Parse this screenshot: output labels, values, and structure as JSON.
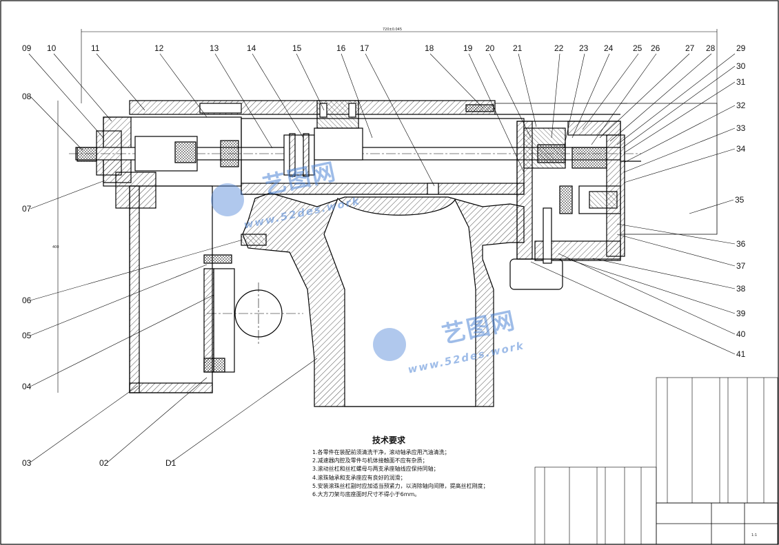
{
  "drawing": {
    "part_labels": [
      "09",
      "10",
      "11",
      "12",
      "13",
      "14",
      "15",
      "16",
      "17",
      "18",
      "19",
      "20",
      "21",
      "22",
      "23",
      "24",
      "25",
      "26",
      "27",
      "28",
      "29",
      "30",
      "31",
      "32",
      "33",
      "34",
      "35",
      "36",
      "37",
      "38",
      "39",
      "40",
      "41",
      "08",
      "07",
      "06",
      "05",
      "04",
      "03",
      "02",
      "D1"
    ],
    "top_dimension": "720±0.045",
    "side_dimension": "400",
    "technical_requirements": {
      "title": "技术要求",
      "items": [
        "1.各零件在装配前须清洗干净，滚动轴承应用汽油清洗；",
        "2.减速器内腔及零件与机体接触面不应有杂质；",
        "3.滚动丝杠和丝杠螺母与两支承座轴线应保持同轴；",
        "4.滚珠轴承和支承座应有良好的润滑；",
        "5.安装滚珠丝杠副时应加适当预紧力，以消除轴向间隙，提高丝杠刚度；",
        "6.大方刀架与底座面时尺寸不得小于6mm。"
      ]
    },
    "watermarks": [
      {
        "brand": "艺图网",
        "url": "www.52des.work"
      },
      {
        "brand": "艺图网",
        "url": "www.52des.work"
      }
    ],
    "title_block": {
      "scale": "1:1"
    }
  }
}
